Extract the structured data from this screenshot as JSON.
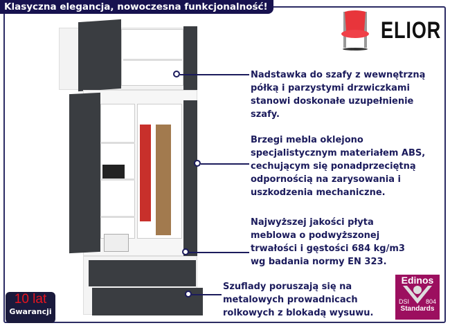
{
  "banner": "Klasyczna elegancja, nowoczesna funkcjonalność!",
  "logo": {
    "brand": "ELIOR",
    "icon": "red-chair-icon"
  },
  "callouts": [
    {
      "lines": [
        "Nadstawka do szafy z wewnętrzną",
        "półką i parzystymi drzwiczkami",
        "stanowi doskonałe uzupełnienie",
        "szafy."
      ]
    },
    {
      "lines": [
        "Brzegi mebla oklejono",
        "specjalistycznym materiałem ABS,",
        "cechującym się ponadprzeciętną",
        "odpornością na zarysowania i",
        "uszkodzenia mechaniczne."
      ]
    },
    {
      "lines": [
        "Najwyższej jakości płyta",
        "meblowa o podwyższonej",
        "trwałości i gęstości 684 kg/m3",
        "wg badania normy EN 323."
      ]
    },
    {
      "lines": [
        "Szuflady poruszają się na",
        "metalowych prowadnicach",
        "rolkowych z blokadą wysuwu."
      ]
    }
  ],
  "warranty": {
    "years": "10 lat",
    "label": "Gwarancji"
  },
  "certificate": {
    "brand": "Edinos",
    "code_left": "DSI",
    "code_right": "804",
    "label": "Standards"
  },
  "colors": {
    "navy": "#17124f",
    "front": "#3c3f43",
    "cert": "#9c0f5f"
  }
}
